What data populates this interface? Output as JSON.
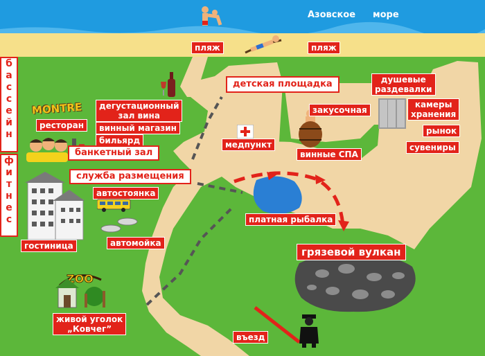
{
  "sea": {
    "name_part1": "Азовское",
    "name_part2": "море"
  },
  "side_labels": {
    "pool": [
      "б",
      "а",
      "с",
      "с",
      "е",
      "й",
      "н"
    ],
    "fitness": [
      "ф",
      "и",
      "т",
      "н",
      "е",
      "с"
    ]
  },
  "labels": {
    "beach_left": "пляж",
    "beach_right": "пляж",
    "playground": "детская площадка",
    "showers_1": "душевые",
    "showers_2": "раздевалки",
    "tasting_1": "дегустационный",
    "tasting_2": "зал вина",
    "wine_shop": "винный магазин",
    "billiard": "бильярд",
    "restaurant": "ресторан",
    "montre": "MONTRE",
    "banquet": "банкетный зал",
    "accommodation": "служба размещения",
    "medpoint": "медпункт",
    "snack_bar": "закусочная",
    "wine_spa": "винные СПА",
    "lockers_1": "камеры",
    "lockers_2": "хранения",
    "market": "рынок",
    "souvenirs": "сувениры",
    "parking": "автостоянка",
    "car_wash": "автомойка",
    "hotel": "гостиница",
    "fishing": "платная рыбалка",
    "volcano": "грязевой вулкан",
    "zoo_1": "живой уголок",
    "zoo_2": "„Ковчег”",
    "entrance": "въезд",
    "zoo_sign": "ZOO"
  },
  "colors": {
    "grass": "#5cb73a",
    "sea": "#1f9be0",
    "sand": "#f6e08a",
    "road": "#f1d6a6",
    "label_red": "#e2231a",
    "lake": "#2a7fd4",
    "volcano": "#4a4a4a"
  },
  "icons": [
    "swimmer-icon",
    "sunbather-icon",
    "wine-bottle-icon",
    "red-cross-icon",
    "barrel-icon",
    "locker-icon",
    "bus-icon",
    "car-icon",
    "hotel-icon",
    "guard-icon",
    "zoo-gate-icon",
    "kids-icon"
  ]
}
